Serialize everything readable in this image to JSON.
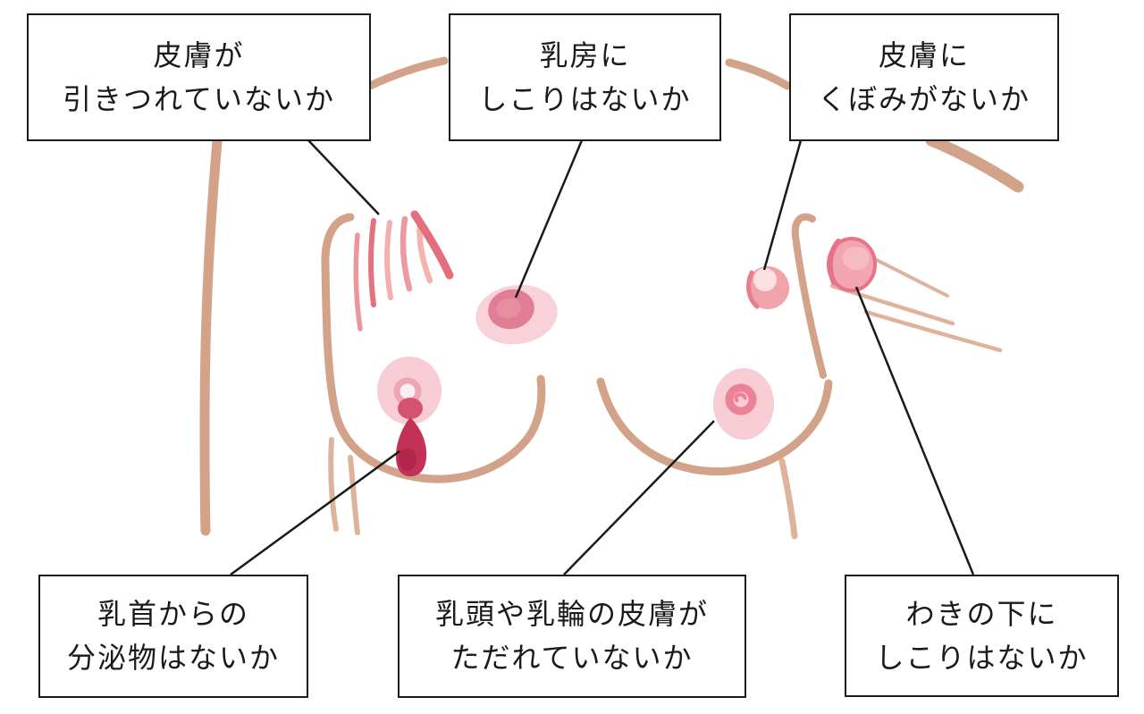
{
  "title": "breast-self-check-diagram",
  "labels": [
    {
      "id": "skin-pulling",
      "line1": "皮膚が",
      "line2": "引きつれていないか"
    },
    {
      "id": "breast-lump",
      "line1": "乳房に",
      "line2": "しこりはないか"
    },
    {
      "id": "skin-dimple",
      "line1": "皮膚に",
      "line2": "くぼみがないか"
    },
    {
      "id": "nipple-discharge",
      "line1": "乳首からの",
      "line2": "分泌物はないか"
    },
    {
      "id": "areola-erosion",
      "line1": "乳頭や乳輪の皮膚が",
      "line2": "ただれていないか"
    },
    {
      "id": "armpit-lump",
      "line1": "わきの下に",
      "line2": "しこりはないか"
    }
  ],
  "colors": {
    "background": "#ffffff",
    "box-bg": "#ffffff",
    "box-border": "#1a1a1a",
    "text": "#1a1a1a",
    "line": "#1a1a1a",
    "tan": "#d2a289",
    "tan-light": "#ddb39c",
    "streak-a": "#eb959c",
    "streak-b": "#e1737f",
    "streak-c": "#f2afad",
    "streak-d": "#ee98a0",
    "streak-e": "#f3b3b0",
    "streak-f": "#e46e7d",
    "halo": "#f8d2d8",
    "tumor": "#e07e95",
    "tumor-light": "#e98da2",
    "areola": "#f8ccd5",
    "areola-ring": "#eda6b8",
    "areola-ring-center": "#fdeef2",
    "nipple": "#d4536f",
    "nipple-ring": "#ec8296",
    "discharge": "#c43156",
    "discharge-dark": "#a82148",
    "dimple-fill": "#f0a3aa",
    "dimple-highlight": "#fbdfe1",
    "dimple-edge": "#e87e8c",
    "armpit-fill": "#f2a6b0",
    "armpit-edge": "#e87287",
    "armpit-highlight": "#f6bac3"
  }
}
